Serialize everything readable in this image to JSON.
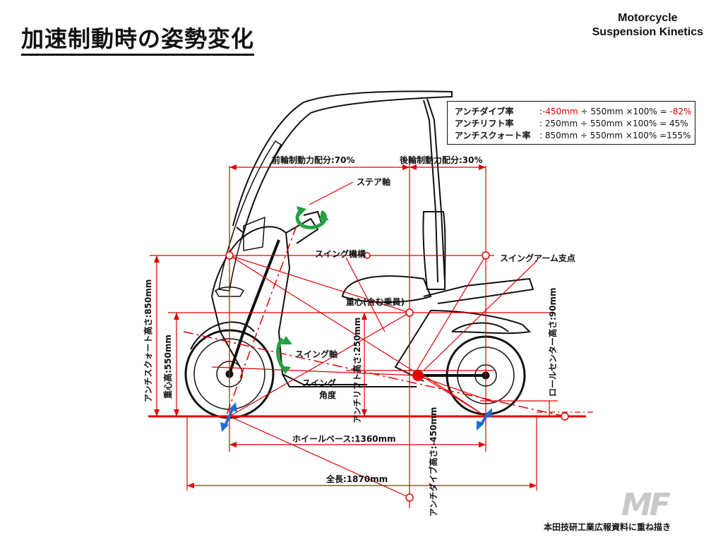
{
  "title": "加速制動時の姿勢変化",
  "brand": {
    "line1": "Motorcycle",
    "line2": "Suspension Kinetics"
  },
  "formulas": [
    {
      "label": "アンチダイブ率",
      "prefix": ":",
      "red_value": "-450mm",
      "middle": " ÷ 550mm ×100% = ",
      "red_result": "-82%",
      "rest": ""
    },
    {
      "label": "アンチリフト率",
      "prefix": ": ",
      "red_value": "",
      "middle": "250mm ÷ 550mm ×100% = 45%",
      "red_result": "",
      "rest": ""
    },
    {
      "label": "アンチスクォート率",
      "prefix": ": ",
      "red_value": "",
      "middle": "850mm ÷ 550mm ×100% =155%",
      "red_result": "",
      "rest": ""
    }
  ],
  "labels": {
    "front_brake": "前輪制動力配分:70%",
    "rear_brake": "後輪制動力配分:30%",
    "steer_axis": "ステア軸",
    "swing_mech": "スイング機構",
    "swingarm_pivot": "スイングアーム支点",
    "cog": "重心(含む乗員)",
    "swing_axis": "スイング軸",
    "swing_angle_1": "スイング",
    "swing_angle_2": "角度",
    "anti_squat_height": "アンチスクォート高さ:850mm",
    "cog_height": "重心高:550mm",
    "anti_lift_height": "アンチリフト高さ:250mm",
    "anti_dive_height": "アンチダイブ高さ:-450mm",
    "roll_center_height": "ロールセンター高さ:90mm",
    "wheelbase": "ホイールベース:1360mm",
    "overall_length": "全長:1870mm"
  },
  "credit": "本田技研工業広報資料に重ね描き",
  "logo": "MF",
  "colors": {
    "red": "#e00000",
    "green": "#22a040",
    "blue": "#1f6fd0",
    "line": "#111111"
  }
}
